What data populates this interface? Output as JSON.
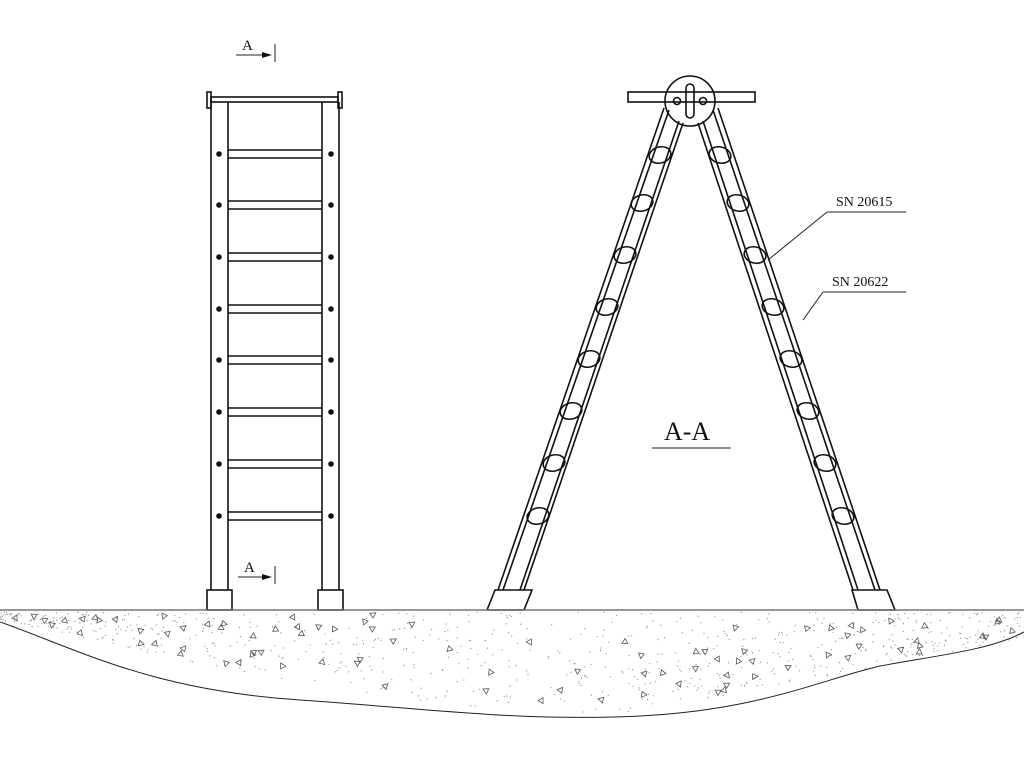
{
  "front_view": {
    "section_mark_top": "A",
    "section_mark_bottom": "A"
  },
  "section_view": {
    "title": "A-A",
    "callouts": [
      "SN 20615",
      "SN 20622"
    ]
  },
  "colors": {
    "line": "#111111",
    "background": "#ffffff"
  }
}
